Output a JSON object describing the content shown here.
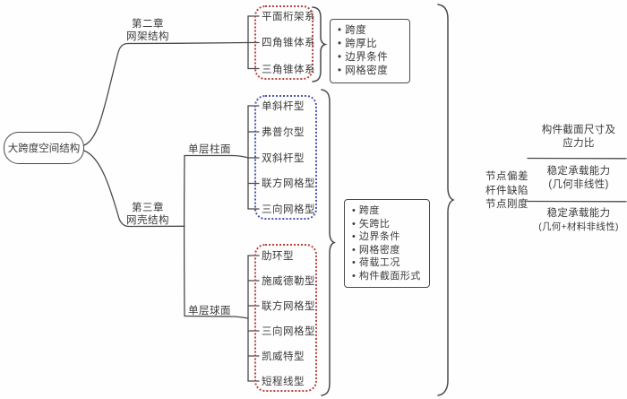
{
  "root": {
    "label": "大跨度空间结构"
  },
  "ch2": {
    "title1": "第二章",
    "title2": "网架结构",
    "children": [
      "平面桁架系",
      "四角锥体系",
      "三角锥体系"
    ],
    "factors": [
      "跨度",
      "跨厚比",
      "边界条件",
      "网格密度"
    ]
  },
  "ch3": {
    "title1": "第三章",
    "title2": "网壳结构",
    "cyl": {
      "label": "单层柱面",
      "children": [
        "单斜杆型",
        "弗普尔型",
        "双斜杆型",
        "联方网格型",
        "三向网格型"
      ]
    },
    "sph": {
      "label": "单层球面",
      "children": [
        "肋环型",
        "施威德勒型",
        "联方网格型",
        "三向网格型",
        "凯威特型",
        "短程线型"
      ]
    },
    "factors": [
      "跨度",
      "矢跨比",
      "边界条件",
      "网格密度",
      "荷载工况",
      "构件截面形式"
    ]
  },
  "right": {
    "imperfections": [
      "节点偏差",
      "杆件缺陷",
      "节点刚度"
    ],
    "outputs": [
      {
        "line1": "构件截面尺寸及",
        "line2": "应力比"
      },
      {
        "line1": "稳定承载能力",
        "line2": "(几何非线性)"
      },
      {
        "line1": "稳定承载能力",
        "line2": "(几何+材料非线性)"
      }
    ]
  },
  "colors": {
    "line": "#4a4a4a",
    "red_box": "#b5443f",
    "blue_box": "#4a54ae"
  }
}
